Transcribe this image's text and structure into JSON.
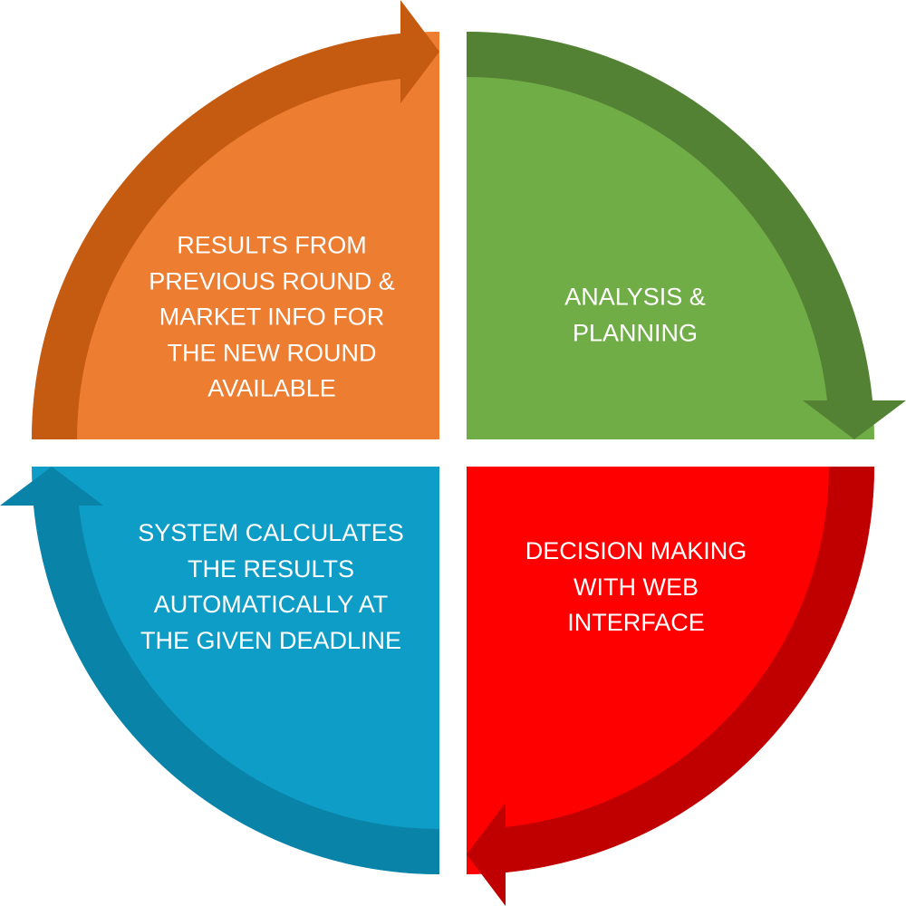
{
  "diagram": {
    "quadrants": [
      {
        "id": "top-left",
        "lines": [
          "RESULTS FROM",
          "PREVIOUS ROUND &",
          "MARKET INFO FOR",
          "THE NEW ROUND",
          "AVAILABLE"
        ],
        "fill": "#ED7D31",
        "arrow": "#C55A11"
      },
      {
        "id": "top-right",
        "lines": [
          "ANALYSIS &",
          "PLANNING"
        ],
        "fill": "#70AD47",
        "arrow": "#548235"
      },
      {
        "id": "bottom-right",
        "lines": [
          "DECISION MAKING",
          "WITH WEB",
          "INTERFACE"
        ],
        "fill": "#FF0000",
        "arrow": "#C00000"
      },
      {
        "id": "bottom-left",
        "lines": [
          "SYSTEM CALCULATES",
          "THE RESULTS",
          "AUTOMATICALLY AT",
          "THE GIVEN DEADLINE"
        ],
        "fill": "#0E9DC6",
        "arrow": "#0A83A8"
      }
    ]
  }
}
